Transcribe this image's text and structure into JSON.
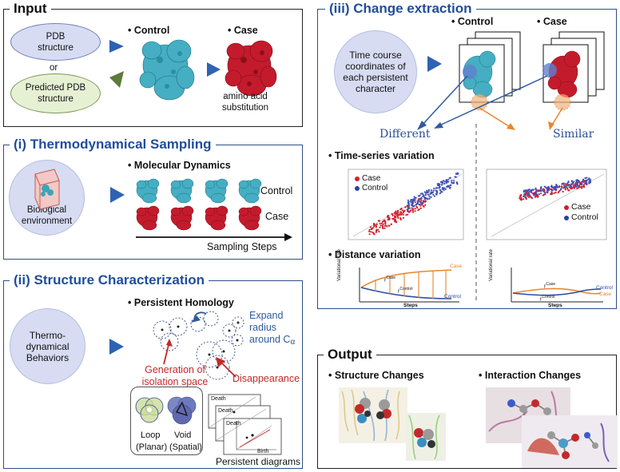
{
  "input": {
    "title": "Input",
    "pdb_structure": "PDB structure",
    "or": "or",
    "predicted_pdb": "Predicted PDB structure",
    "control": "Control",
    "case": "Case",
    "substitution": "amino acid substitution"
  },
  "sampling": {
    "title": "(i) Thermodynamical Sampling",
    "environment": "Biological environment",
    "md": "Molecular Dynamics",
    "control": "Control",
    "case": "Case",
    "steps": "Sampling Steps"
  },
  "characterization": {
    "title": "(ii) Structure Characterization",
    "behaviors": "Thermo-dynamical Behaviors",
    "ph": "Persistent Homology",
    "expand": "Expand radius around C",
    "alpha": "α",
    "generation": "Generation of isolation space",
    "disappearance": "Disappearance",
    "loop": "Loop",
    "planar": "(Planar)",
    "void": "Void",
    "spatial": "(Spatial)",
    "death": "Death",
    "birth": "Birth",
    "diagrams": "Persistent diagrams"
  },
  "extraction": {
    "title": "(iii) Change extraction",
    "time_course": "Time course coordinates of each persistent character",
    "control": "Control",
    "case": "Case",
    "different": "Different",
    "similar": "Similar",
    "ts_variation": "Time-series variation",
    "dist_variation": "Distance variation",
    "legend_case": "Case",
    "legend_control": "Control",
    "axis_var": "Variational rate",
    "axis_steps": "Steps",
    "r_case": "r",
    "r_case_sup": "Case",
    "r_control_sup": "Control",
    "l_case": "Case",
    "l_control": "Control"
  },
  "output": {
    "title": "Output",
    "structure": "Structure Changes",
    "interaction": "Interaction Changes"
  },
  "colors": {
    "blue_border": "#2e4f86",
    "title_blue": "#1f4e9a",
    "case_red": "#c4172b",
    "control_cyan": "#3aa6b8",
    "orange": "#e8872e"
  }
}
